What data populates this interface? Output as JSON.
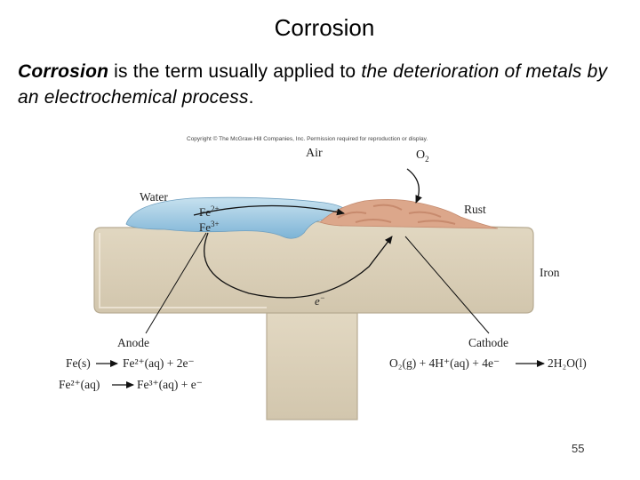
{
  "slide": {
    "title": "Corrosion",
    "intro": {
      "term": "Corrosion",
      "text1": " is the term usually applied to ",
      "italic1": "the deterioration of metals by an electrochemical process",
      "end": "."
    },
    "page_number": "55"
  },
  "figure": {
    "copyright": "Copyright © The McGraw-Hill Companies, Inc. Permission required for reproduction or display.",
    "labels": {
      "air": "Air",
      "o2": "O",
      "o2_sub": "2",
      "water": "Water",
      "rust": "Rust",
      "iron": "Iron",
      "electron": "e",
      "electron_sup": "−",
      "anode": "Anode",
      "cathode": "Cathode",
      "fe2": "Fe",
      "fe2_sup": "2+",
      "fe3": "Fe",
      "fe3_sup": "3+"
    },
    "equations": {
      "anode_1_left": "Fe(s)",
      "anode_1_right": "Fe²⁺(aq) + 2e⁻",
      "anode_2_left": "Fe²⁺(aq)",
      "anode_2_right": "Fe³⁺(aq) + e⁻",
      "cathode_left": "O₂(g) + 4H⁺(aq) + 4e⁻",
      "cathode_right": "2H₂O(l)"
    },
    "colors": {
      "iron": "#d6cbb3",
      "water": "#9cc6de",
      "rust": "#dba58a"
    }
  }
}
